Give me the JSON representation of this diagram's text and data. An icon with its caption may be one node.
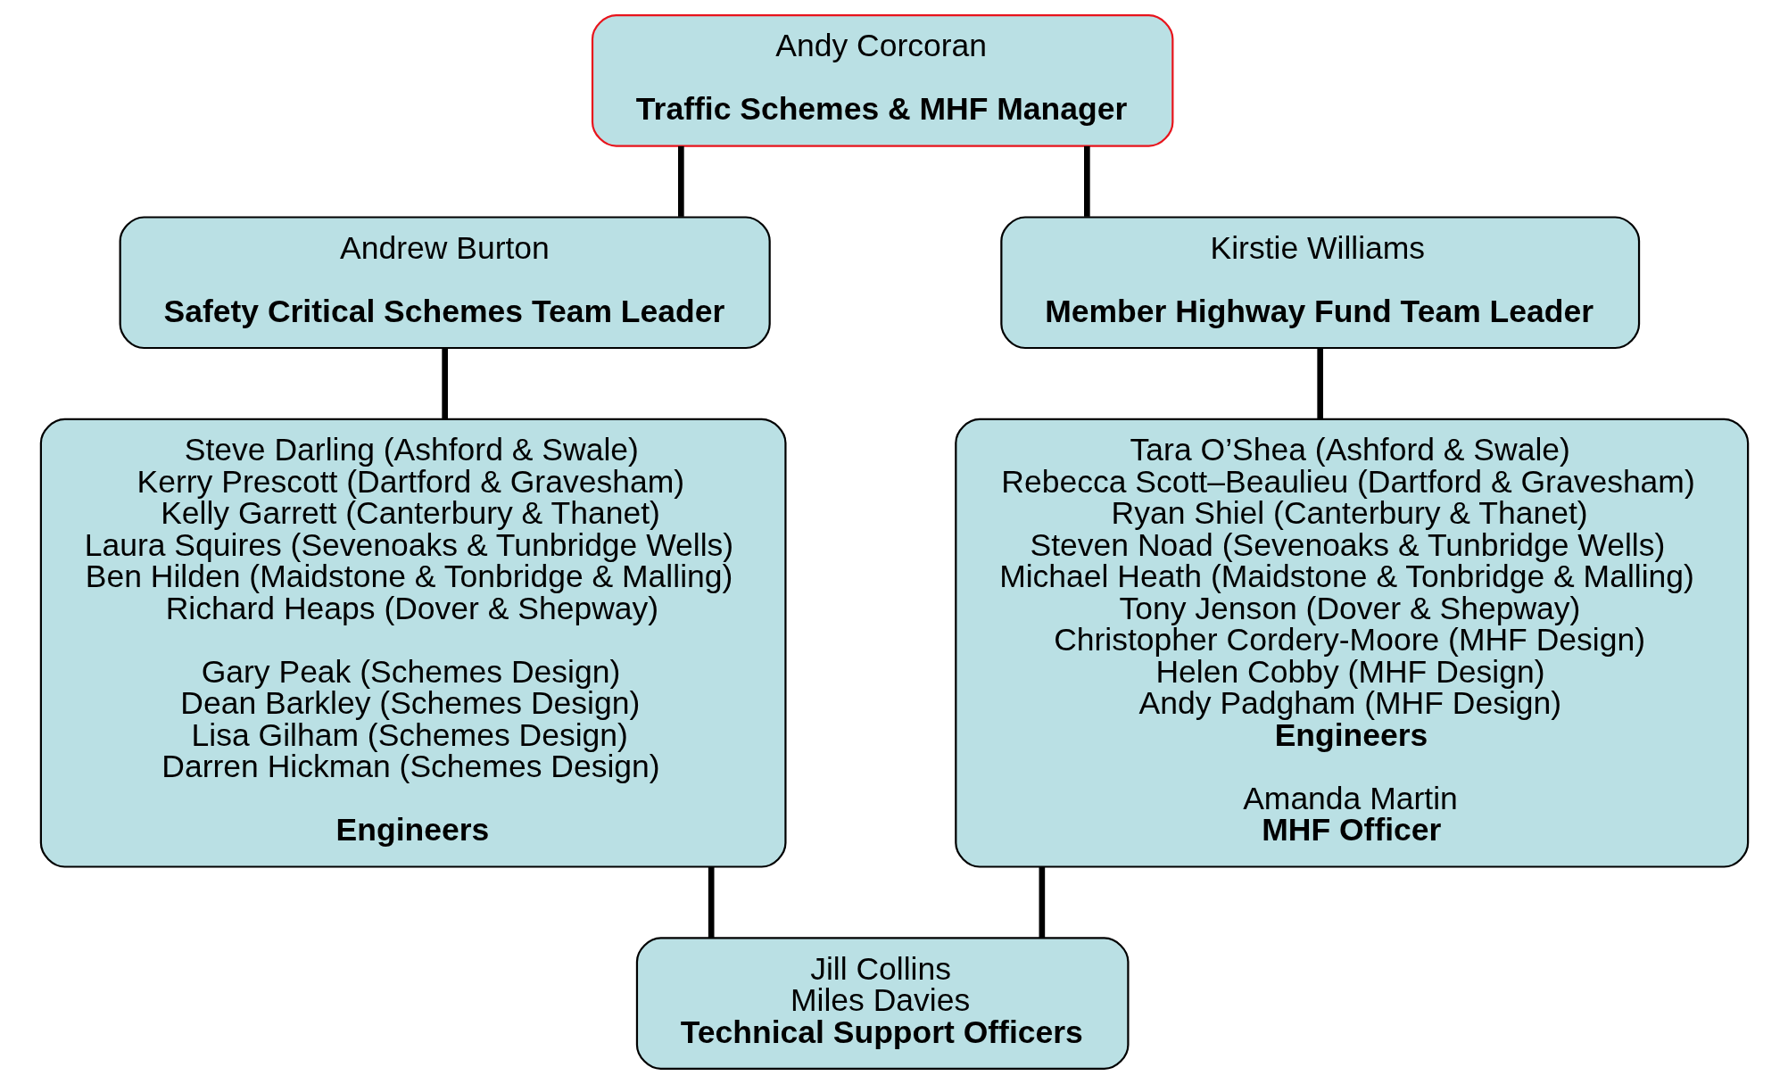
{
  "diagram": {
    "nodes": [
      {
        "text": [
          "Andy Corcoran",
          "Traffic Schemes & MHF Manager"
        ]
      },
      {
        "text": [
          "Andrew Burton",
          "Safety Critical Schemes Team Leader"
        ]
      },
      {
        "text": [
          "Kirstie Williams",
          "Member Highway Fund Team Leader"
        ]
      },
      {
        "text": [
          "Steve Darling (Ashford & Swale)",
          "Kerry Prescott (Dartford & Gravesham)",
          "Kelly Garrett (Canterbury & Thanet)",
          "Laura Squires (Sevenoaks & Tunbridge Wells)",
          "Ben Hilden (Maidstone & Tonbridge & Malling)",
          "Richard Heaps (Dover & Shepway)",
          "Gary Peak (Schemes Design)",
          "Dean Barkley (Schemes Design)",
          "Lisa Gilham (Schemes Design)",
          "Darren Hickman (Schemes Design)",
          "Engineers"
        ]
      },
      {
        "text": [
          "Tara O’Shea (Ashford & Swale)",
          "Rebecca Scott–Beaulieu (Dartford & Gravesham)",
          "Ryan Shiel (Canterbury & Thanet)",
          "Steven Noad (Sevenoaks & Tunbridge Wells)",
          "Michael Heath (Maidstone & Tonbridge & Malling)",
          "Tony Jenson (Dover & Shepway)",
          "Christopher Cordery-Moore (MHF Design)",
          "Helen Cobby (MHF Design)",
          "Andy Padgham (MHF Design)",
          "Engineers",
          "Amanda Martin",
          "MHF Officer"
        ]
      },
      {
        "text": [
          "Jill Collins",
          "Miles Davies",
          "Technical Support Officers"
        ]
      }
    ],
    "edges": [
      {
        "from": 0,
        "to": 1,
        "arrow": "none"
      },
      {
        "from": 0,
        "to": 2,
        "arrow": "none"
      },
      {
        "from": 1,
        "to": 3,
        "arrow": "none"
      },
      {
        "from": 2,
        "to": 4,
        "arrow": "none"
      },
      {
        "from": 3,
        "to": 5,
        "arrow": "none"
      },
      {
        "from": 4,
        "to": 5,
        "arrow": "none"
      }
    ]
  }
}
